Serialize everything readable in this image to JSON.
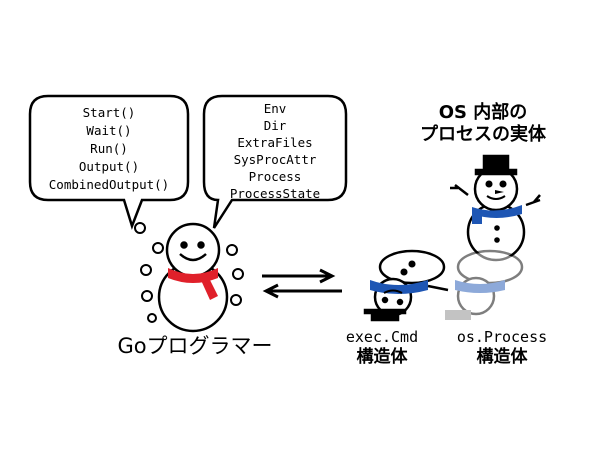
{
  "bubble_methods": {
    "lines": [
      "Start()",
      "Wait()",
      "Run()",
      "Output()",
      "CombinedOutput()"
    ]
  },
  "bubble_fields": {
    "lines": [
      "Env",
      "Dir",
      "ExtraFiles",
      "SysProcAttr",
      "Process",
      "ProcessState"
    ]
  },
  "programmer_label": "Goプログラマー",
  "os_title": {
    "line1": "OS 内部の",
    "line2": "プロセスの実体"
  },
  "exec_cmd": {
    "name": "exec.Cmd",
    "kind": "構造体"
  },
  "os_process": {
    "name": "os.Process",
    "kind": "構造体"
  },
  "colors": {
    "red_scarf": "#e0202a",
    "blue_scarf": "#1e56b4",
    "faded_blue": "#7f9fd4",
    "ink": "#000000"
  }
}
